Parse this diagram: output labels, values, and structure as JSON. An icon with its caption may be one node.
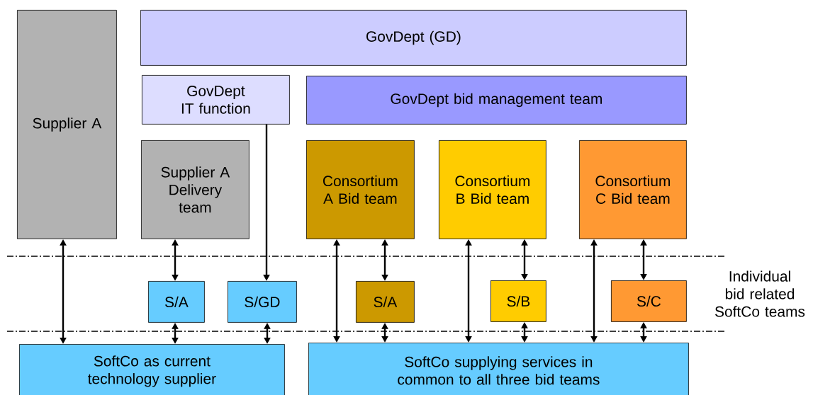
{
  "diagram": {
    "nodes": [
      {
        "text": [
          "GovDept (GD)"
        ]
      },
      {
        "text": [
          "GovDept IT function"
        ]
      },
      {
        "text": [
          "GovDept bid management team"
        ]
      },
      {
        "text": [
          "Supplier A"
        ]
      },
      {
        "text": [
          "Supplier A Delivery team"
        ]
      },
      {
        "text": [
          "Consortium A Bid team"
        ]
      },
      {
        "text": [
          "Consortium B Bid team"
        ]
      },
      {
        "text": [
          "Consortium C Bid team"
        ]
      },
      {
        "text": [
          "S/A"
        ]
      },
      {
        "text": [
          "S/GD"
        ]
      },
      {
        "text": [
          "S/A"
        ]
      },
      {
        "text": [
          "S/B"
        ]
      },
      {
        "text": [
          "S/C"
        ]
      },
      {
        "text": [
          "SoftCo as current technology supplier"
        ]
      },
      {
        "text": [
          "SoftCo supplying services in common to all three bid teams"
        ]
      }
    ],
    "edges": [
      {
        "from": 3,
        "to": 13,
        "arrow": "both"
      },
      {
        "from": 4,
        "to": 8,
        "arrow": "both"
      },
      {
        "from": 8,
        "to": 13,
        "arrow": "both"
      },
      {
        "from": 1,
        "to": 9,
        "arrow": "to"
      },
      {
        "from": 9,
        "to": 13,
        "arrow": "both"
      },
      {
        "from": 5,
        "to": 14,
        "arrow": "both"
      },
      {
        "from": 5,
        "to": 10,
        "arrow": "both"
      },
      {
        "from": 10,
        "to": 14,
        "arrow": "both"
      },
      {
        "from": 6,
        "to": 14,
        "arrow": "both"
      },
      {
        "from": 6,
        "to": 11,
        "arrow": "both"
      },
      {
        "from": 11,
        "to": 14,
        "arrow": "both"
      },
      {
        "from": 7,
        "to": 14,
        "arrow": "both"
      },
      {
        "from": 7,
        "to": 12,
        "arrow": "both"
      },
      {
        "from": 12,
        "to": 14,
        "arrow": "both"
      }
    ],
    "labels": [
      "Individual bid related SoftCo teams"
    ]
  }
}
